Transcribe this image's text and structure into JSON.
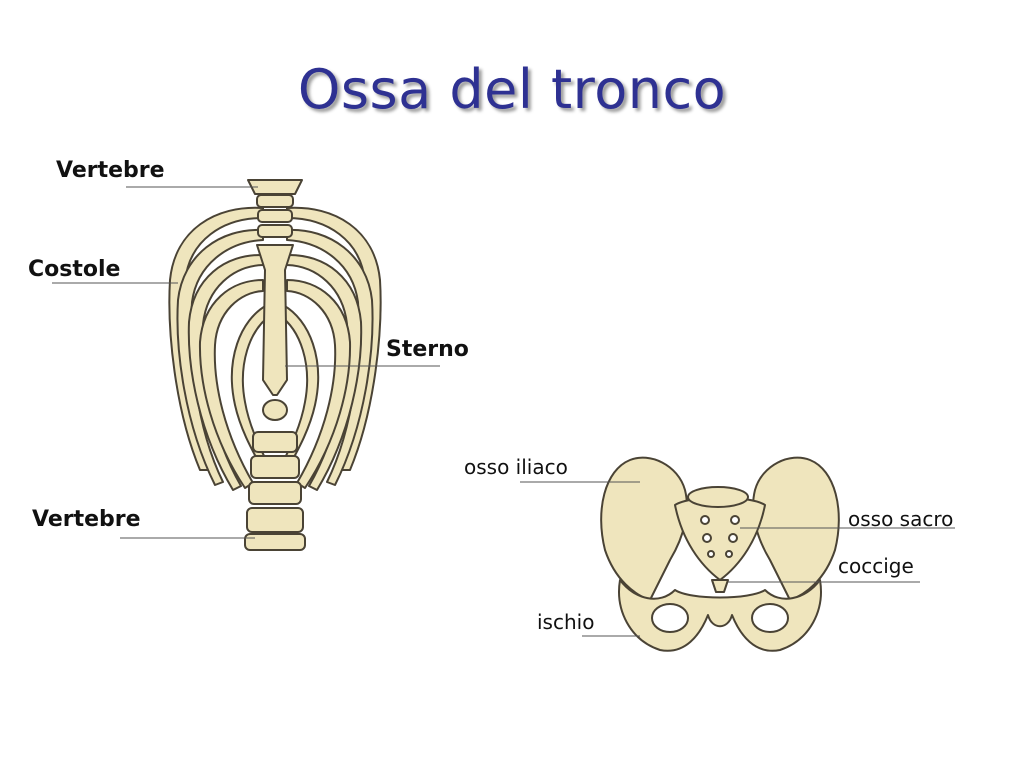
{
  "slide": {
    "title": "Ossa del tronco"
  },
  "thorax": {
    "labels": {
      "vertebre_top": "Vertebre",
      "costole": "Costole",
      "sterno": "Sterno",
      "vertebre_bottom": "Vertebre"
    }
  },
  "pelvis": {
    "labels": {
      "osso_iliaco": "osso iliaco",
      "osso_sacro": "osso sacro",
      "coccige": "coccige",
      "ischio": "ischio"
    }
  },
  "colors": {
    "title": "#2e3192",
    "bone_fill": "#efe5bd",
    "bone_stroke": "#4a4335"
  }
}
